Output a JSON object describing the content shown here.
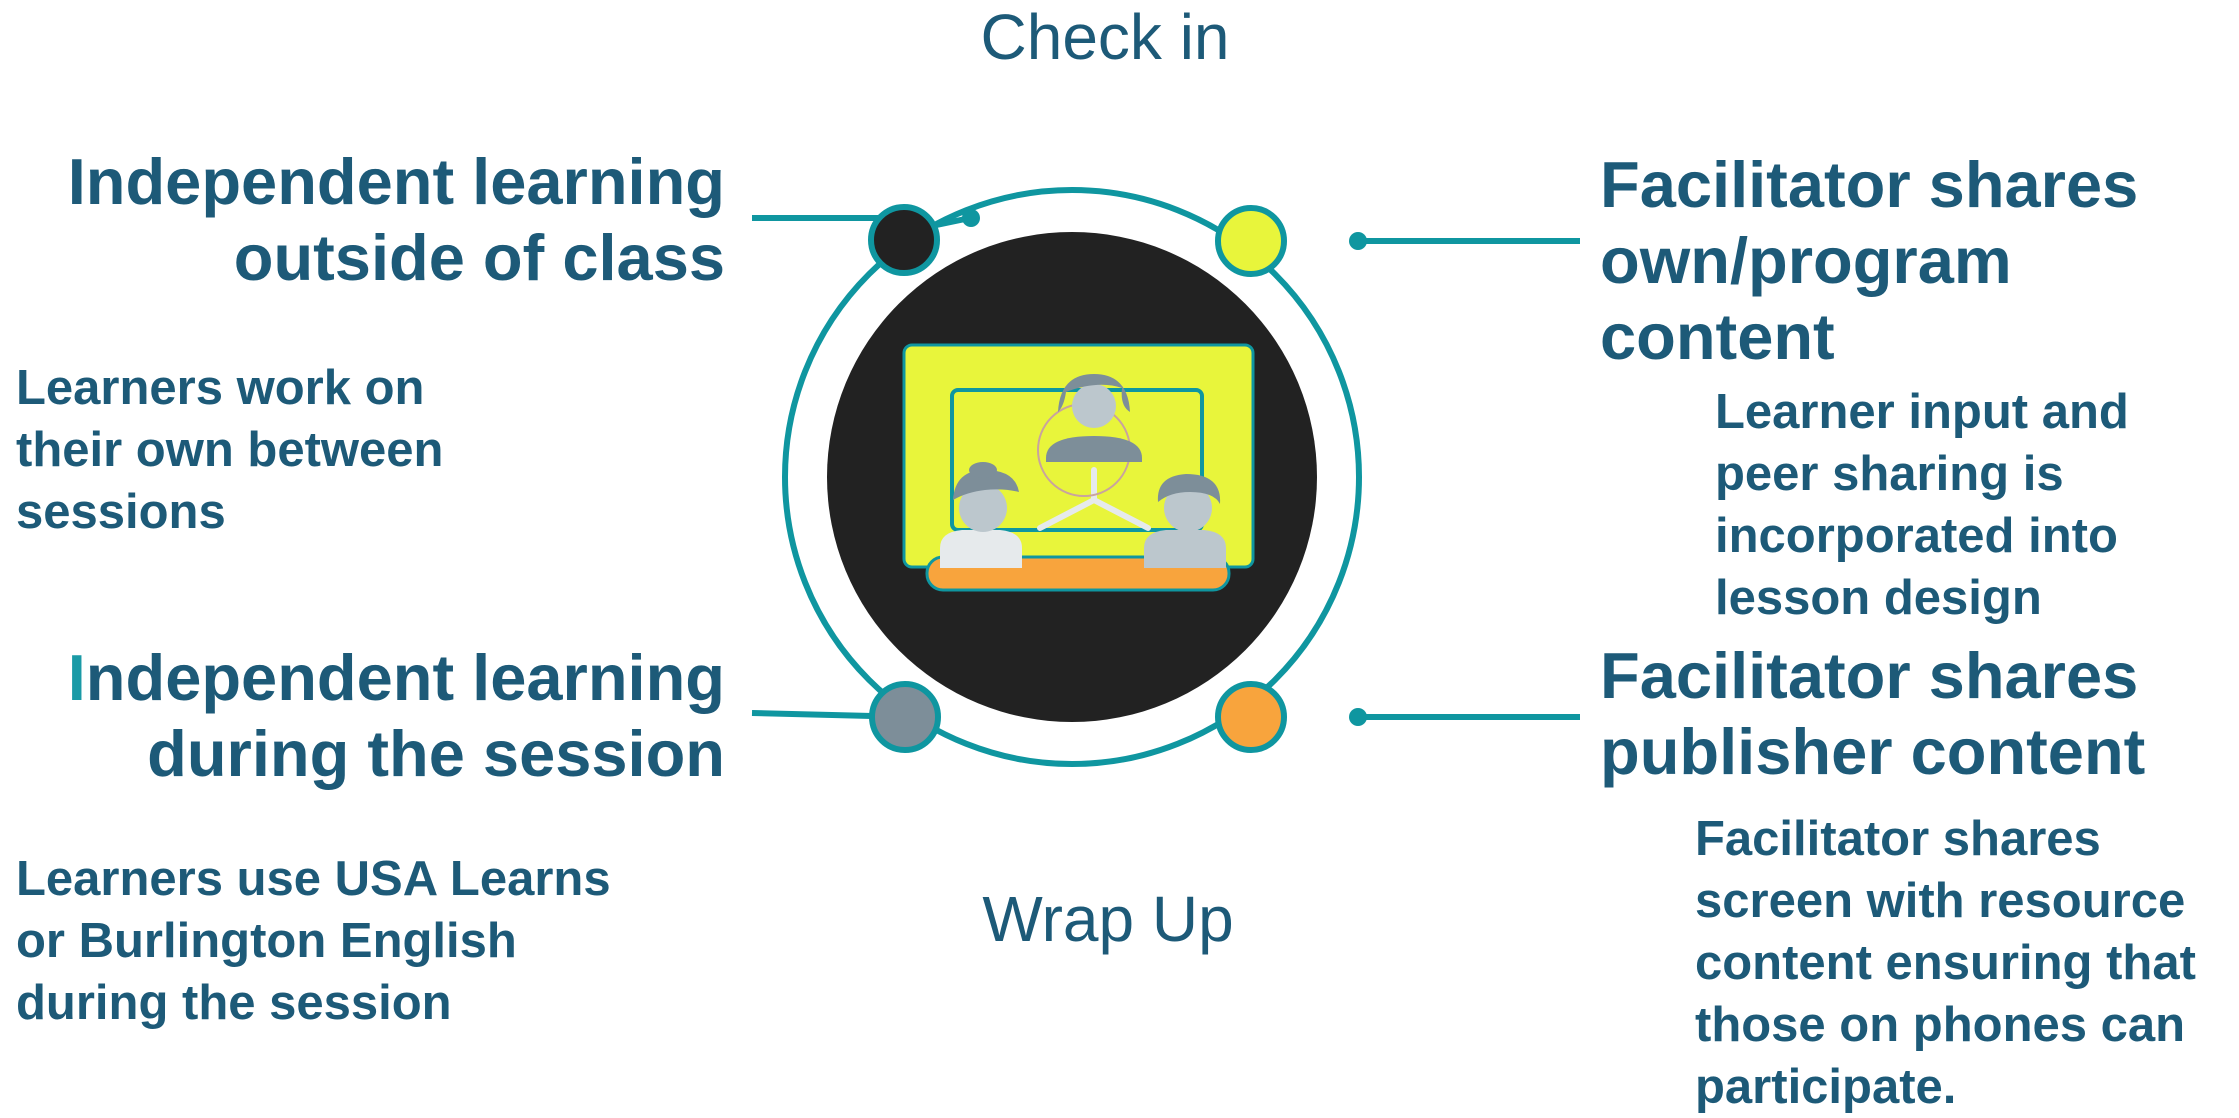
{
  "top_label": "Check in",
  "bottom_label": "Wrap Up",
  "top_left": {
    "heading_line1": "Independent learning",
    "heading_line2": "outside of class",
    "description": [
      "Learners work on",
      "their own between",
      "sessions"
    ]
  },
  "bottom_left": {
    "heading_first_letter": "I",
    "heading_line1_rest": "ndependent learning",
    "heading_line2": "during the session",
    "description": [
      "Learners use USA Learns",
      "or Burlington English",
      "during the session"
    ]
  },
  "top_right": {
    "heading": [
      "Facilitator shares",
      "own/program",
      "content"
    ],
    "description": [
      "Learner input and",
      "peer sharing is",
      "incorporated into",
      "lesson design"
    ]
  },
  "bottom_right": {
    "heading": [
      "Facilitator shares",
      "publisher content"
    ],
    "description": [
      "Facilitator shares",
      "screen with resource",
      "content ensuring that",
      "those on phones can",
      "participate."
    ]
  },
  "colors": {
    "teal": "#0f96a0",
    "text": "#1d5a78",
    "dark_circle": "#222222",
    "dot_black": "#222222",
    "dot_yellow": "#e8f53b",
    "dot_gray": "#7d8e99",
    "dot_orange": "#f8a43d"
  },
  "icons": [
    "video-conference-icon"
  ]
}
